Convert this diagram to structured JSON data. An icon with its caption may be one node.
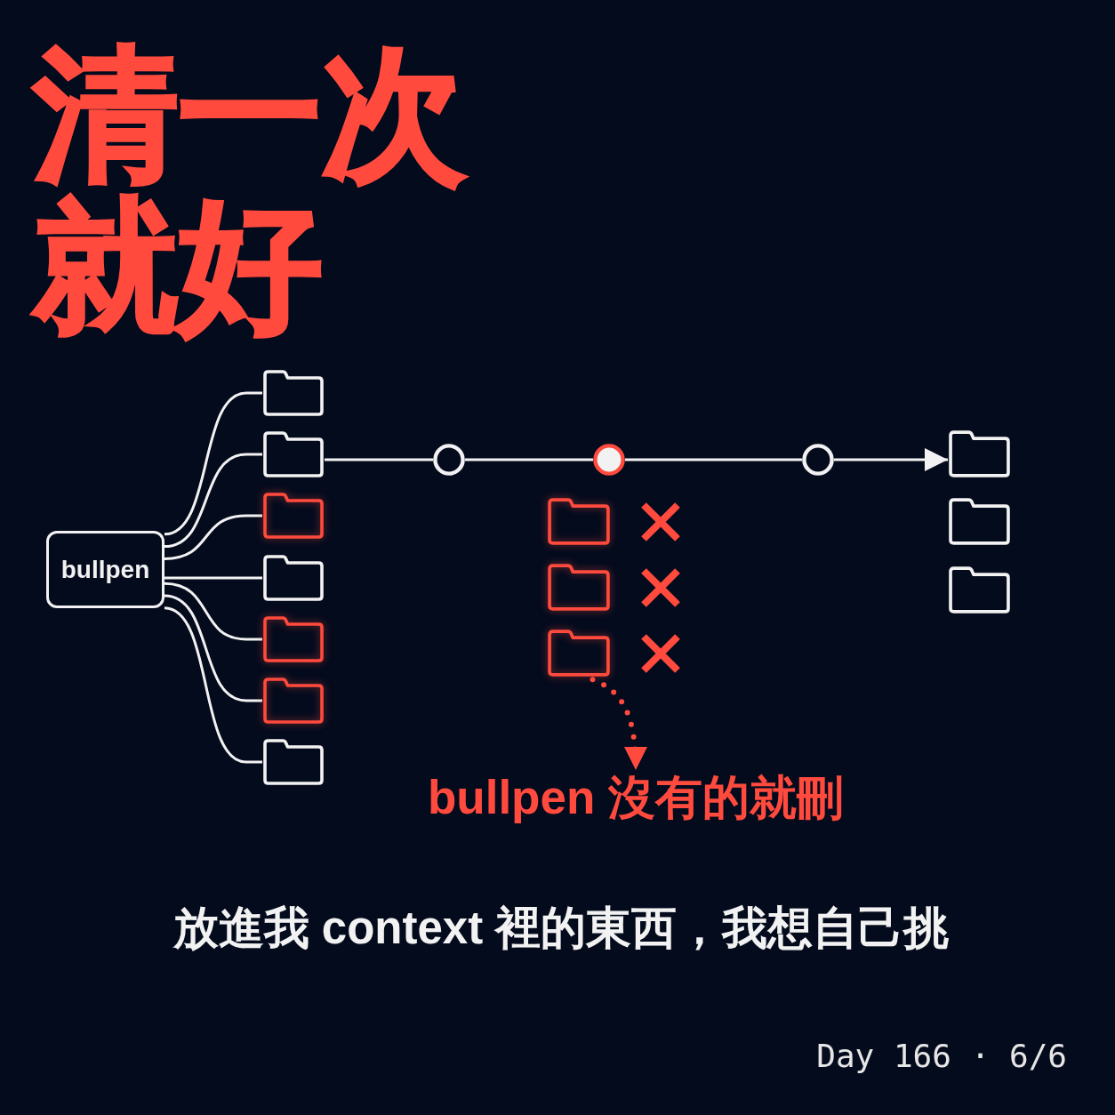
{
  "diagram": {
    "title": "清一次就好",
    "caption": "放進我 context 裡的東西，我想自己挑",
    "nodes": [
      {
        "text": [
          "bullpen"
        ]
      },
      {
        "text": [],
        "shape": "folder"
      },
      {
        "text": [],
        "shape": "folder"
      },
      {
        "text": [],
        "shape": "folder"
      },
      {
        "text": [],
        "shape": "folder"
      },
      {
        "text": [],
        "shape": "folder"
      },
      {
        "text": [],
        "shape": "folder"
      },
      {
        "text": [],
        "shape": "folder"
      },
      {
        "text": [],
        "shape": "circle"
      },
      {
        "text": [],
        "shape": "circle"
      },
      {
        "text": [],
        "shape": "circle"
      },
      {
        "text": [],
        "shape": "folder"
      },
      {
        "text": [],
        "shape": "folder"
      },
      {
        "text": [],
        "shape": "folder"
      },
      {
        "text": [],
        "shape": "folder"
      },
      {
        "text": [],
        "shape": "folder"
      },
      {
        "text": [],
        "shape": "folder"
      },
      {
        "text": [
          "bullpen 沒有的就刪"
        ]
      }
    ],
    "edges": [
      {
        "from": 0,
        "to": 1,
        "arrow": "none"
      },
      {
        "from": 0,
        "to": 2,
        "arrow": "none"
      },
      {
        "from": 0,
        "to": 3,
        "arrow": "none"
      },
      {
        "from": 0,
        "to": 4,
        "arrow": "none"
      },
      {
        "from": 0,
        "to": 5,
        "arrow": "none"
      },
      {
        "from": 0,
        "to": 6,
        "arrow": "none"
      },
      {
        "from": 0,
        "to": 7,
        "arrow": "none"
      },
      {
        "from": 2,
        "to": 8,
        "arrow": "none"
      },
      {
        "from": 8,
        "to": 9,
        "arrow": "none"
      },
      {
        "from": 9,
        "to": 10,
        "arrow": "none"
      },
      {
        "from": 10,
        "to": 11,
        "arrow": "to"
      },
      {
        "from": 16,
        "to": 17,
        "arrow": "to",
        "style": "dashed",
        "color": "#ff4a3d"
      }
    ],
    "labels": [
      "Day 166 · 6/6"
    ]
  }
}
